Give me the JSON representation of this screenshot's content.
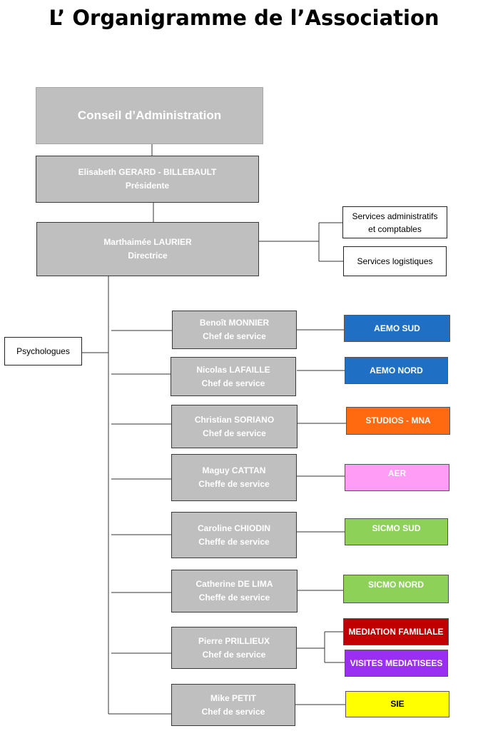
{
  "title": "L’ Organigramme de l’Association",
  "board": {
    "label": "Conseil  d’Administration"
  },
  "president": {
    "name": "Elisabeth GERARD - BILLEBAULT",
    "role": "Présidente"
  },
  "director": {
    "name": "Marthaimée LAURIER",
    "role": "Directrice"
  },
  "support_services": [
    {
      "line1": "Services administratifs",
      "line2": "et comptables"
    },
    {
      "line1": "Services logistiques",
      "line2": ""
    }
  ],
  "psychologists": {
    "label": "Psychologues"
  },
  "chiefs": [
    {
      "name": "Benoît MONNIER",
      "role": "Chef de service"
    },
    {
      "name": "Nicolas LAFAILLE",
      "role": "Chef de service"
    },
    {
      "name": "Christian SORIANO",
      "role": "Chef de service"
    },
    {
      "name": "Maguy CATTAN",
      "role": "Cheffe de service"
    },
    {
      "name": "Caroline CHIODIN",
      "role": "Cheffe de service"
    },
    {
      "name": "Catherine DE LIMA",
      "role": "Cheffe de service"
    },
    {
      "name": "Pierre PRILLIEUX",
      "role": "Chef de service"
    },
    {
      "name": "Mike PETIT",
      "role": "Chef de service"
    }
  ],
  "units": [
    {
      "label": "AEMO  SUD",
      "color": "#1f6fc4"
    },
    {
      "label": "AEMO NORD",
      "color": "#1f6fc4"
    },
    {
      "label": "STUDIOS - MNA",
      "color": "#ff6a10"
    },
    {
      "label": "AER",
      "color": "#ff9cf5"
    },
    {
      "label": "SICMO  SUD",
      "color": "#8dd158"
    },
    {
      "label": "SICMO  NORD",
      "color": "#8dd158"
    },
    {
      "label": "MEDIATION FAMILIALE",
      "color": "#c00000"
    },
    {
      "label": "VISITES MEDIATISEES",
      "color": "#9a2ef2"
    },
    {
      "label": "SIE",
      "color": "#ffff00"
    }
  ]
}
